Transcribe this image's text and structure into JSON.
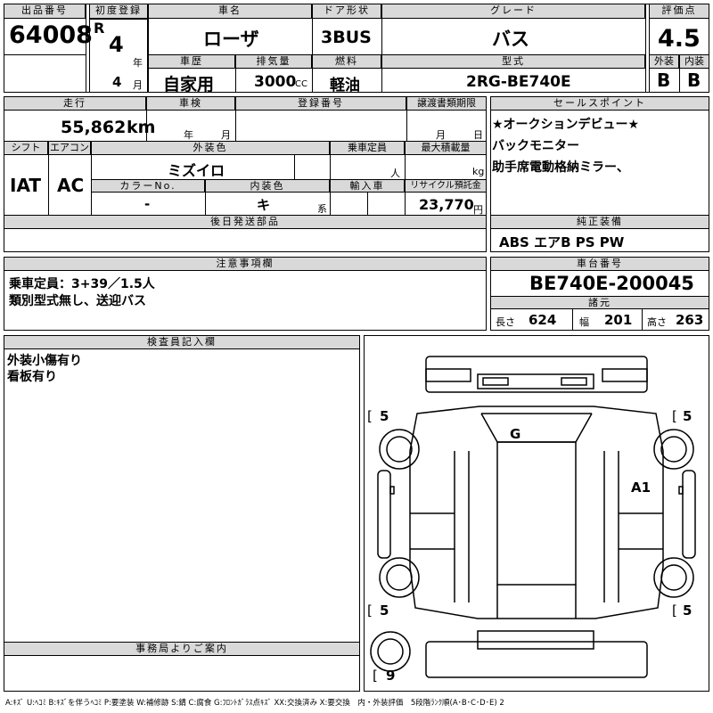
{
  "lot": {
    "label": "出品番号",
    "value": "64008"
  },
  "first_reg": {
    "label": "初度登録",
    "era": "R",
    "year": "4",
    "year_unit": "年",
    "month": "4",
    "month_unit": "月"
  },
  "car_name": {
    "label": "車名",
    "value": "ローザ"
  },
  "door": {
    "label": "ドア形状",
    "value": "3BUS"
  },
  "grade": {
    "label": "グレード",
    "value": "バス"
  },
  "rating": {
    "label": "評価点",
    "value": "4.5",
    "ext_label": "外装",
    "int_label": "内装",
    "ext": "B",
    "int": "B"
  },
  "history": {
    "label": "車歴",
    "value": "自家用"
  },
  "displacement": {
    "label": "排気量",
    "value": "3000",
    "unit": "CC"
  },
  "fuel": {
    "label": "燃料",
    "value": "軽油"
  },
  "model": {
    "label": "型式",
    "value": "2RG-BE740E"
  },
  "mileage": {
    "label": "走行",
    "value": "55,862",
    "unit": "km"
  },
  "inspection": {
    "label": "車検",
    "year_unit": "年",
    "month_unit": "月"
  },
  "reg_no": {
    "label": "登録番号"
  },
  "transfer": {
    "label": "譲渡書類期限",
    "month_unit": "月",
    "day_unit": "日"
  },
  "shift": {
    "label": "シフト",
    "value": "IAT"
  },
  "ac": {
    "label": "エアコン",
    "value": "AC"
  },
  "color": {
    "label": "外装色",
    "value": "ミズイロ"
  },
  "capacity": {
    "label": "乗車定員",
    "unit": "人"
  },
  "max_load": {
    "label": "最大積載量",
    "unit": "kg"
  },
  "color_no": {
    "label": "カラーNo.",
    "value": "-"
  },
  "interior_color": {
    "label": "内装色",
    "value": "キ",
    "suffix": "系"
  },
  "import": {
    "label": "輸入車"
  },
  "recycle": {
    "label": "リサイクル預託金",
    "value": "23,770",
    "unit": "円"
  },
  "sales_points": {
    "label": "セールスポイント",
    "lines": [
      "★オークションデビュー★",
      "バックモニター",
      "助手席電動格納ミラー、"
    ]
  },
  "later_parts": {
    "label": "後日発送部品"
  },
  "equipment": {
    "label": "純正装備",
    "value": "ABS エアB PS PW"
  },
  "notes": {
    "label": "注意事項欄",
    "lines": [
      "乗車定員：3+39／1.5人",
      "類別型式無し、送迎バス"
    ]
  },
  "chassis": {
    "label": "車台番号",
    "value": "BE740E-200045"
  },
  "specs": {
    "label": "諸元",
    "length_label": "長さ",
    "length": "624",
    "width_label": "幅",
    "width": "201",
    "height_label": "高さ",
    "height": "263"
  },
  "inspector": {
    "label": "検査員記入欄",
    "lines": [
      "外装小傷有り",
      "看板有り"
    ]
  },
  "office": {
    "label": "事務局よりご案内"
  },
  "diagram": {
    "tires": [
      "5",
      "5",
      "5",
      "5",
      "9"
    ],
    "mark_g": "G",
    "mark_a1": "A1"
  },
  "legend": "A:ｷｽﾞ U:ﾍｺﾐ B:ｷｽﾞを伴うﾍｺﾐ P:要塗装 W:補修跡 S:錆 C:腐食 G:ﾌﾛﾝﾄｶﾞﾗｽ点ｷｽﾞ XX:交換済み X:要交換　内・外装評価　5段階ﾗﾝｸ順(A･B･C･D･E) 2"
}
